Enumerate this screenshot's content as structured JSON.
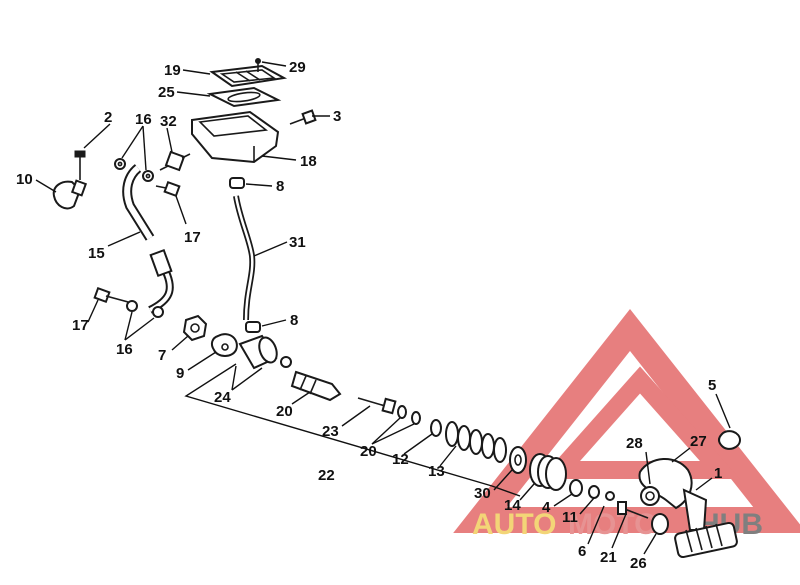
{
  "diagram": {
    "callouts": [
      {
        "id": "c19",
        "text": "19"
      },
      {
        "id": "c29",
        "text": "29"
      },
      {
        "id": "c25",
        "text": "25"
      },
      {
        "id": "c3",
        "text": "3"
      },
      {
        "id": "c18",
        "text": "18"
      },
      {
        "id": "c8a",
        "text": "8"
      },
      {
        "id": "c31",
        "text": "31"
      },
      {
        "id": "c8b",
        "text": "8"
      },
      {
        "id": "c2",
        "text": "2"
      },
      {
        "id": "c16a",
        "text": "16"
      },
      {
        "id": "c32",
        "text": "32"
      },
      {
        "id": "c10",
        "text": "10"
      },
      {
        "id": "c17a",
        "text": "17"
      },
      {
        "id": "c15",
        "text": "15"
      },
      {
        "id": "c17b",
        "text": "17"
      },
      {
        "id": "c16b",
        "text": "16"
      },
      {
        "id": "c7",
        "text": "7"
      },
      {
        "id": "c9",
        "text": "9"
      },
      {
        "id": "c24",
        "text": "24"
      },
      {
        "id": "c20a",
        "text": "20"
      },
      {
        "id": "c23",
        "text": "23"
      },
      {
        "id": "c20b",
        "text": "20"
      },
      {
        "id": "c12",
        "text": "12"
      },
      {
        "id": "c13",
        "text": "13"
      },
      {
        "id": "c22",
        "text": "22"
      },
      {
        "id": "c30",
        "text": "30"
      },
      {
        "id": "c14",
        "text": "14"
      },
      {
        "id": "c4",
        "text": "4"
      },
      {
        "id": "c11",
        "text": "11"
      },
      {
        "id": "c6",
        "text": "6"
      },
      {
        "id": "c21",
        "text": "21"
      },
      {
        "id": "c26",
        "text": "26"
      },
      {
        "id": "c28",
        "text": "28"
      },
      {
        "id": "c27",
        "text": "27"
      },
      {
        "id": "c1",
        "text": "1"
      },
      {
        "id": "c5",
        "text": "5"
      }
    ]
  },
  "watermark": {
    "text_part1": "AUTO",
    "text_part2": "MOTO",
    "text_part3": "HUB",
    "color_triangle": "#e05555",
    "color_text1": "#f0c84a",
    "color_text2": "#e07070",
    "color_text3": "#555555"
  }
}
